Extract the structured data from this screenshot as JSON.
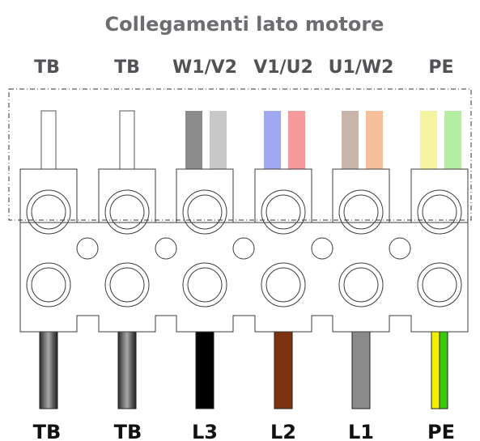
{
  "title": "Collegamenti lato motore",
  "top_labels": [
    "TB",
    "TB",
    "W1/V2",
    "V1/U2",
    "U1/W2",
    "PE"
  ],
  "bottom_labels": [
    "TB",
    "TB",
    "L3",
    "L2",
    "L1",
    "PE"
  ],
  "top_wires": [
    {
      "terminal": "TB",
      "colors": [
        "#ffffff"
      ]
    },
    {
      "terminal": "TB",
      "colors": [
        "#ffffff"
      ]
    },
    {
      "terminal": "W1/V2",
      "colors": [
        "#8c8c8c",
        "#c8c8c8"
      ]
    },
    {
      "terminal": "V1/U2",
      "colors": [
        "#9fa8f0",
        "#f59a9a"
      ]
    },
    {
      "terminal": "U1/W2",
      "colors": [
        "#c8b4a8",
        "#f5c09a"
      ]
    },
    {
      "terminal": "PE",
      "colors": [
        "#f4f4a0",
        "#b4eea0"
      ]
    }
  ],
  "bottom_wires": [
    {
      "terminal": "TB",
      "style": "grey-cable",
      "colors": [
        "#5a5a5a"
      ]
    },
    {
      "terminal": "TB",
      "style": "grey-cable",
      "colors": [
        "#5a5a5a"
      ]
    },
    {
      "terminal": "L3",
      "style": "solid",
      "colors": [
        "#000000"
      ]
    },
    {
      "terminal": "L2",
      "style": "solid",
      "colors": [
        "#7a3210"
      ]
    },
    {
      "terminal": "L1",
      "style": "solid",
      "colors": [
        "#8a8a8a"
      ]
    },
    {
      "terminal": "PE",
      "style": "striped",
      "colors": [
        "#f2ee00",
        "#39c90f"
      ]
    }
  ]
}
